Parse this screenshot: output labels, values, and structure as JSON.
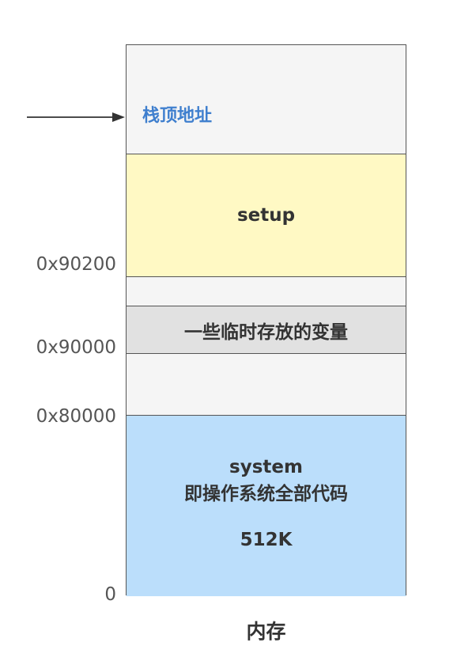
{
  "diagram": {
    "blocks": {
      "stack_top": "栈顶地址",
      "setup": "setup",
      "temp_vars": "一些临时存放的变量",
      "system_line1": "system",
      "system_line2": "即操作系统全部代码",
      "system_size": "512K"
    },
    "addresses": {
      "a_90200": "0x90200",
      "a_90000": "0x90000",
      "a_80000": "0x80000",
      "a_0": "0"
    },
    "caption": "内存",
    "colors": {
      "empty": "#f5f5f5",
      "setup": "#fff9c4",
      "temp_vars": "#e1e1e1",
      "system": "#bbdefb",
      "stack_label": "#3f7fce"
    }
  }
}
